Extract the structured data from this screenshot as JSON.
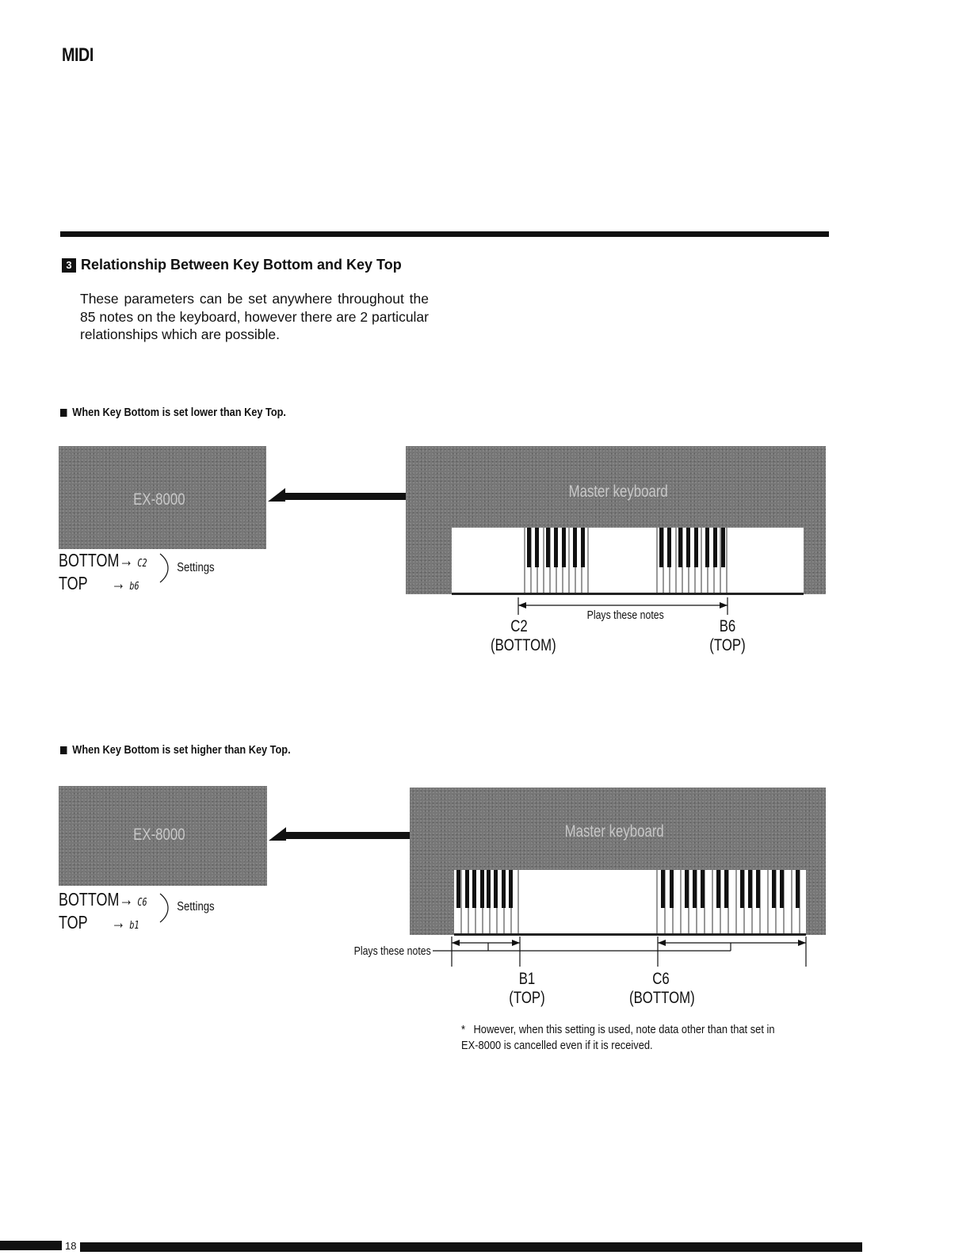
{
  "header": {
    "title": "MIDI"
  },
  "section": {
    "number": "3",
    "heading": "Relationship Between Key Bottom and Key Top",
    "intro": "These parameters can be set anywhere throughout the 85 notes on the keyboard, however there are 2 particular relationships which are possible."
  },
  "case1": {
    "heading": "When Key Bottom is set lower than Key Top.",
    "module_label": "EX-8000",
    "master_label": "Master keyboard",
    "bottom_label": "BOTTOM",
    "top_label": "TOP",
    "bottom_value": "C2",
    "top_value": "b6",
    "settings_label": "Settings",
    "plays_label": "Plays these notes",
    "left_note": "C2",
    "left_note_role": "(BOTTOM)",
    "right_note": "B6",
    "right_note_role": "(TOP)"
  },
  "case2": {
    "heading": "When Key Bottom is set higher than Key Top.",
    "module_label": "EX-8000",
    "master_label": "Master keyboard",
    "bottom_label": "BOTTOM",
    "top_label": "TOP",
    "bottom_value": "C6",
    "top_value": "b1",
    "settings_label": "Settings",
    "plays_label": "Plays these notes",
    "left_note": "B1",
    "left_note_role": "(TOP)",
    "right_note": "C6",
    "right_note_role": "(BOTTOM)"
  },
  "footnote": {
    "marker": "*",
    "text": "However, when this setting is used, note data other than that set in EX-8000 is cancelled even if it is received."
  },
  "footer": {
    "page_number": "18"
  }
}
